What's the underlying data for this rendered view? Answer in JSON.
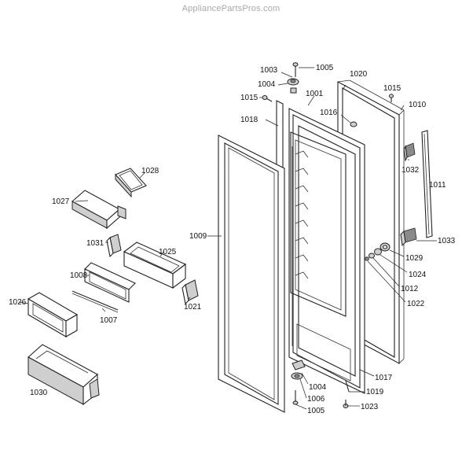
{
  "watermark": "AppliancePartsPros.com",
  "labels": {
    "p1001": "1001",
    "p1003": "1003",
    "p1004a": "1004",
    "p1004b": "1004",
    "p1005a": "1005",
    "p1005b": "1005",
    "p1006": "1006",
    "p1007": "1007",
    "p1008": "1008",
    "p1009": "1009",
    "p1010": "1010",
    "p1011": "1011",
    "p1012": "1012",
    "p1015a": "1015",
    "p1015b": "1015",
    "p1016": "1016",
    "p1017": "1017",
    "p1018": "1018",
    "p1019": "1019",
    "p1020": "1020",
    "p1021": "1021",
    "p1022": "1022",
    "p1023": "1023",
    "p1024": "1024",
    "p1025": "1025",
    "p1026": "1026",
    "p1027": "1027",
    "p1028": "1028",
    "p1029": "1029",
    "p1030": "1030",
    "p1031": "1031",
    "p1032": "1032",
    "p1033": "1033"
  }
}
